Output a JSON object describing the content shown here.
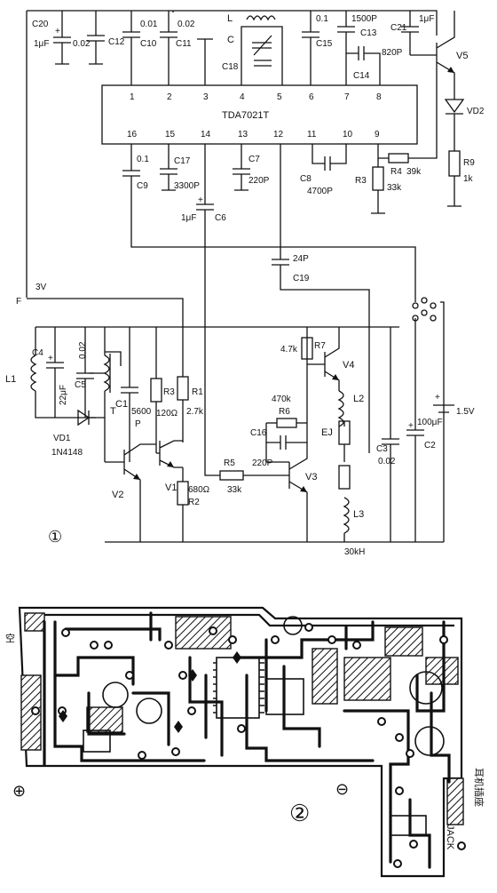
{
  "schematic": {
    "figure_number": "①",
    "ic": {
      "name": "TDA7021T",
      "pins_top": [
        "1",
        "2",
        "3",
        "4",
        "5",
        "6",
        "7",
        "8"
      ],
      "pins_bottom": [
        "16",
        "15",
        "14",
        "13",
        "12",
        "11",
        "10",
        "9"
      ]
    },
    "labels": {
      "c20": "C20",
      "c20_val": "1μF",
      "c20_val2": "0.02",
      "c12": "C12",
      "c10_val": "0.01",
      "c10": "C10",
      "c11_val": "0.02",
      "c11": "C11",
      "l": "L",
      "c": "C",
      "c18": "C18",
      "c15_val": "0.1",
      "c15": "C15",
      "c13_val": "1500P",
      "c13": "C13",
      "c14_val": "820P",
      "c14": "C14",
      "c21": "C21",
      "c21_val": "1μF",
      "v5": "V5",
      "vd2": "VD2",
      "r9": "R9",
      "r9_val": "1k",
      "c9_val": "0.1",
      "c9": "C9",
      "c17": "C17",
      "c17_val": "3300P",
      "c7": "C7",
      "c7_val": "220P",
      "c8": "C8",
      "c8_val": "4700P",
      "r4": "R4",
      "r4_val": "39k",
      "r3b": "R3",
      "r3b_val": "33k",
      "c6_val": "1μF",
      "c6": "C6",
      "c19_val": "24P",
      "c19": "C19",
      "f": "F",
      "v3v": "3V",
      "l1": "L1",
      "c4": "C4",
      "c4_val": "22μF",
      "c5_val": "0.02",
      "c5": "C5",
      "t": "T",
      "c1": "C1",
      "c1_val": "5600",
      "c1_unit": "P",
      "r3": "R3",
      "r3_val": "120Ω",
      "r1": "R1",
      "r1_val": "2.7k",
      "vd1": "VD1",
      "vd1_part": "1N4148",
      "v2": "V2",
      "v1": "V1",
      "r2_val": "680Ω",
      "r2": "R2",
      "r5": "R5",
      "r5_val": "220P",
      "r5_val2": "33k",
      "r7_val": "4.7k",
      "r7": "R7",
      "v4": "V4",
      "r6_val": "470k",
      "r6": "R6",
      "c16": "C16",
      "v3": "V3",
      "l2": "L2",
      "ej": "EJ",
      "l3": "L3",
      "freq": "30kH",
      "c3": "C3",
      "c3_val": "0.02",
      "c2": "C2",
      "c2_val": "100μF",
      "bat_val": "1.5V"
    }
  },
  "pcb": {
    "figure_number": "②",
    "label_kong": "空",
    "label_plus": "⊕",
    "label_minus": "⊖",
    "label_jack": "JACK",
    "label_socket": "耳机插座"
  }
}
